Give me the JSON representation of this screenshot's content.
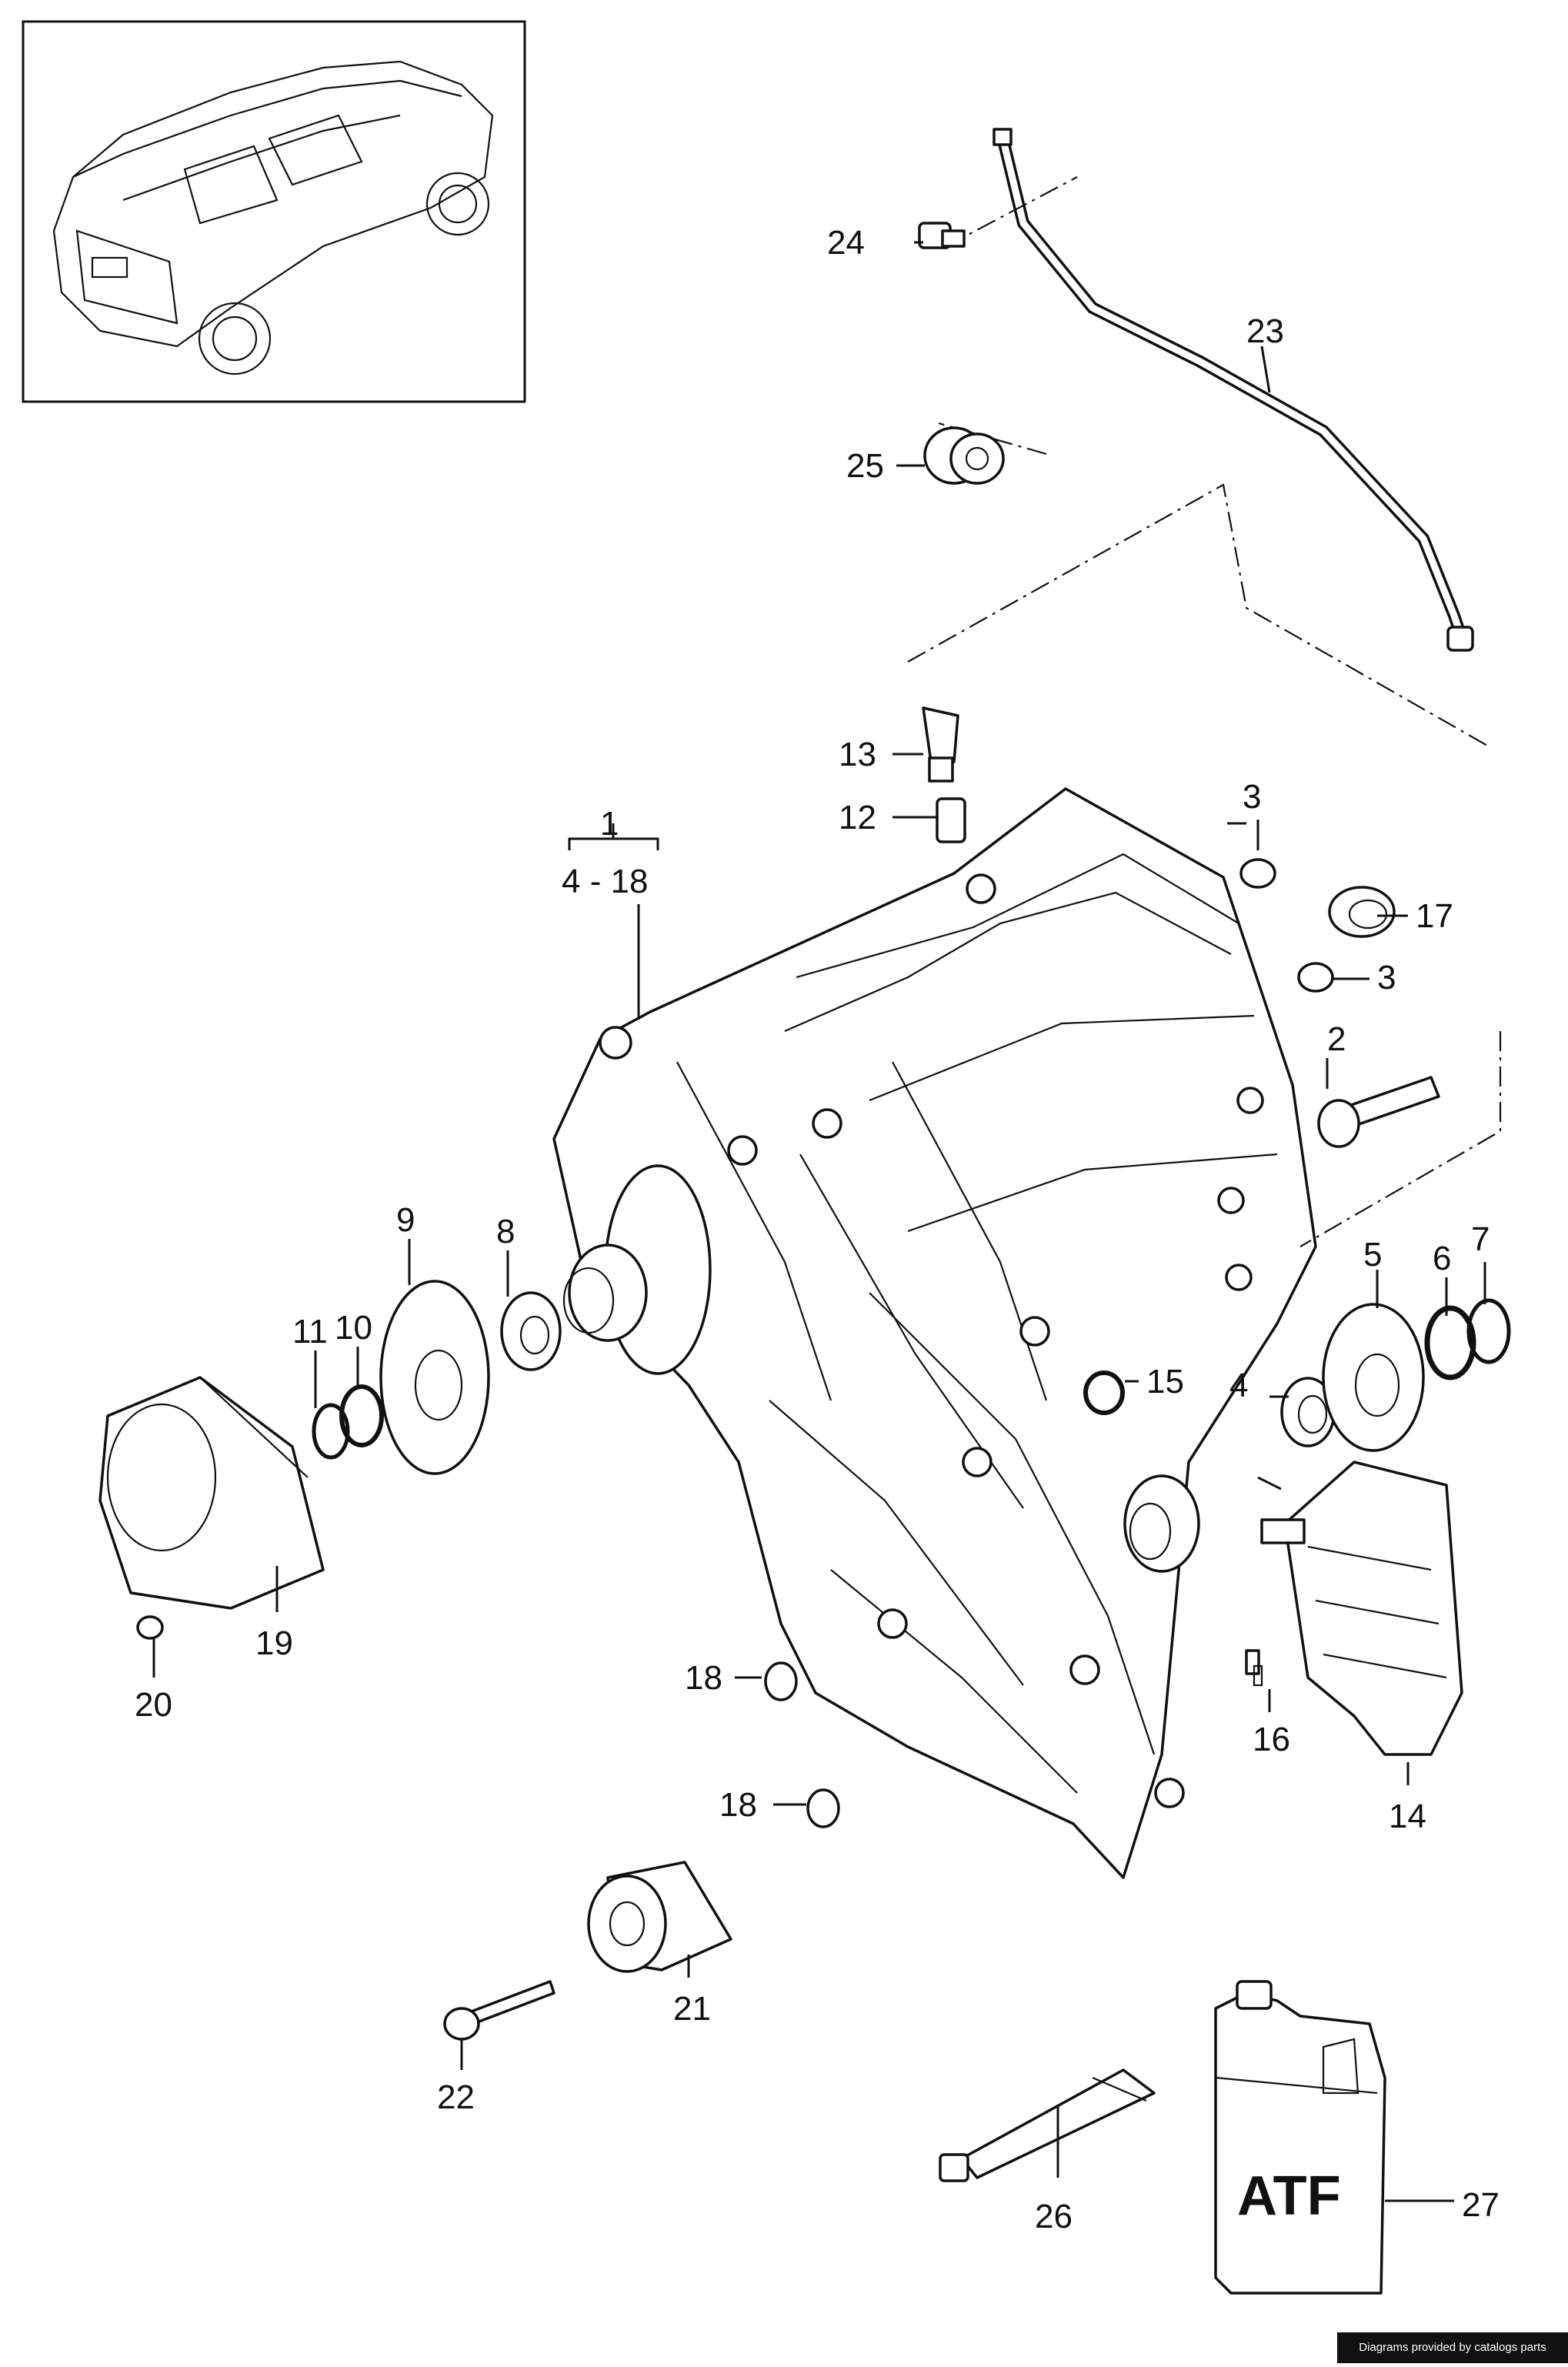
{
  "diagram": {
    "callouts": [
      {
        "id": "c1",
        "text": "1"
      },
      {
        "id": "c1r",
        "text": "4 - 18"
      },
      {
        "id": "c2",
        "text": "2"
      },
      {
        "id": "c3a",
        "text": "3"
      },
      {
        "id": "c3b",
        "text": "3"
      },
      {
        "id": "c4",
        "text": "4"
      },
      {
        "id": "c5",
        "text": "5"
      },
      {
        "id": "c6",
        "text": "6"
      },
      {
        "id": "c7",
        "text": "7"
      },
      {
        "id": "c8",
        "text": "8"
      },
      {
        "id": "c9",
        "text": "9"
      },
      {
        "id": "c10",
        "text": "10"
      },
      {
        "id": "c11",
        "text": "11"
      },
      {
        "id": "c12",
        "text": "12"
      },
      {
        "id": "c13",
        "text": "13"
      },
      {
        "id": "c14",
        "text": "14"
      },
      {
        "id": "c15",
        "text": "15"
      },
      {
        "id": "c16",
        "text": "16"
      },
      {
        "id": "c17",
        "text": "17"
      },
      {
        "id": "c18a",
        "text": "18"
      },
      {
        "id": "c18b",
        "text": "18"
      },
      {
        "id": "c19",
        "text": "19"
      },
      {
        "id": "c20",
        "text": "20"
      },
      {
        "id": "c21",
        "text": "21"
      },
      {
        "id": "c22",
        "text": "22"
      },
      {
        "id": "c23",
        "text": "23"
      },
      {
        "id": "c24",
        "text": "24"
      },
      {
        "id": "c25",
        "text": "25"
      },
      {
        "id": "c26",
        "text": "26"
      },
      {
        "id": "c27",
        "text": "27"
      }
    ],
    "bottle_label": "ATF",
    "footer": "Diagrams provided by catalogs parts"
  }
}
